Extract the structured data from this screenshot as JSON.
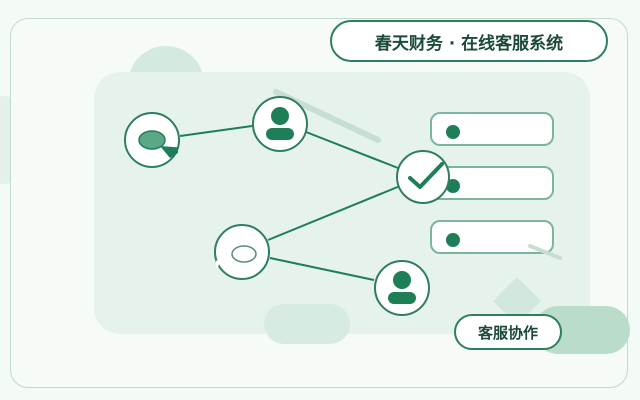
{
  "header": {
    "title": "春天财务 · 在线客服系统"
  },
  "footer": {
    "tag": "客服协作"
  },
  "nodes": [
    {
      "name": "chat-bubble-node",
      "icon": "chat-bubble-icon"
    },
    {
      "name": "agent-node-top",
      "icon": "person-icon"
    },
    {
      "name": "approval-node",
      "icon": "checkmark-icon"
    },
    {
      "name": "empty-bubble-node",
      "icon": "empty-chat-bubble-icon"
    },
    {
      "name": "agent-node-bottom",
      "icon": "person-icon"
    }
  ],
  "cards": [
    {
      "name": "status-card-1"
    },
    {
      "name": "status-card-2"
    },
    {
      "name": "status-card-3"
    }
  ],
  "colors": {
    "accent": "#1d7e57",
    "border": "#2f7e5f",
    "panel": "#e5f3ec",
    "background": "#f4faf6",
    "title_text": "#1c4a39"
  }
}
